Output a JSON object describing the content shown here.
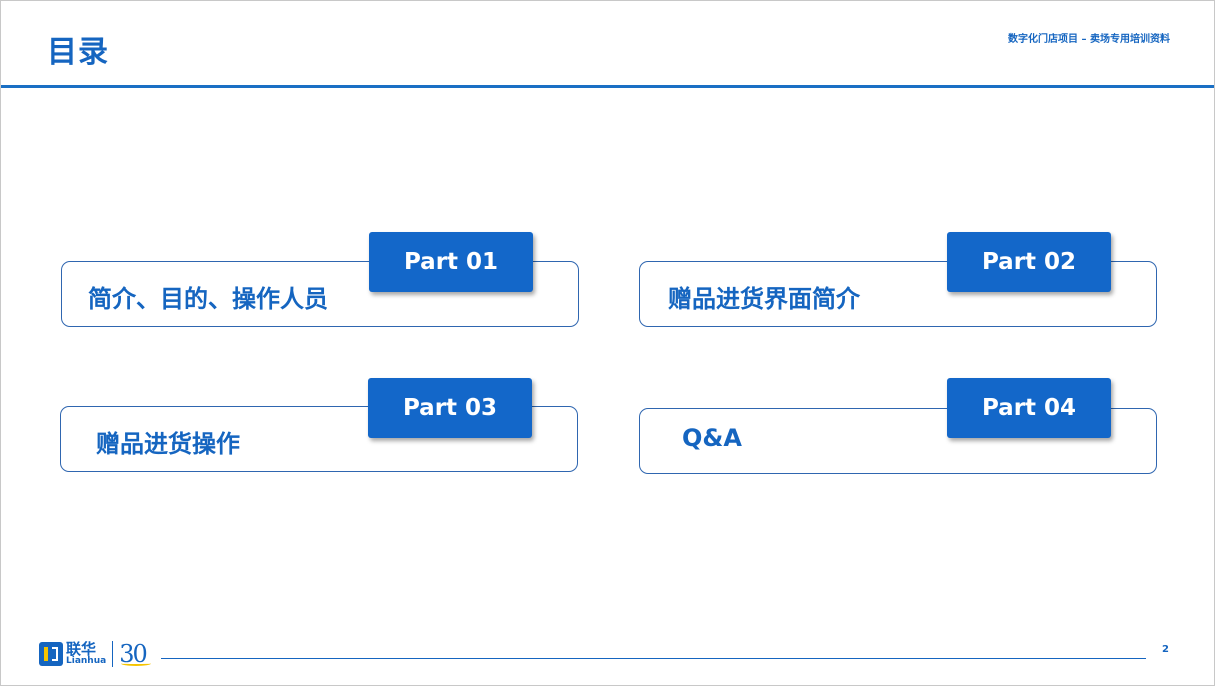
{
  "header": {
    "title": "目录",
    "subtitle": "数字化门店项目 – 卖场专用培训资料"
  },
  "sections": [
    {
      "part": "Part 01",
      "label": "简介、目的、操作人员"
    },
    {
      "part": "Part 02",
      "label": "赠品进货界面简介"
    },
    {
      "part": "Part 03",
      "label": "赠品进货操作"
    },
    {
      "part": "Part 04",
      "label": "Q&A"
    }
  ],
  "footer": {
    "logo_cn": "联华",
    "logo_en": "Lianhua",
    "logo_badge": "30",
    "page_number": "2"
  },
  "colors": {
    "accent": "#1565c0",
    "tab": "#1367c9",
    "logo_yellow": "#f5c400"
  }
}
